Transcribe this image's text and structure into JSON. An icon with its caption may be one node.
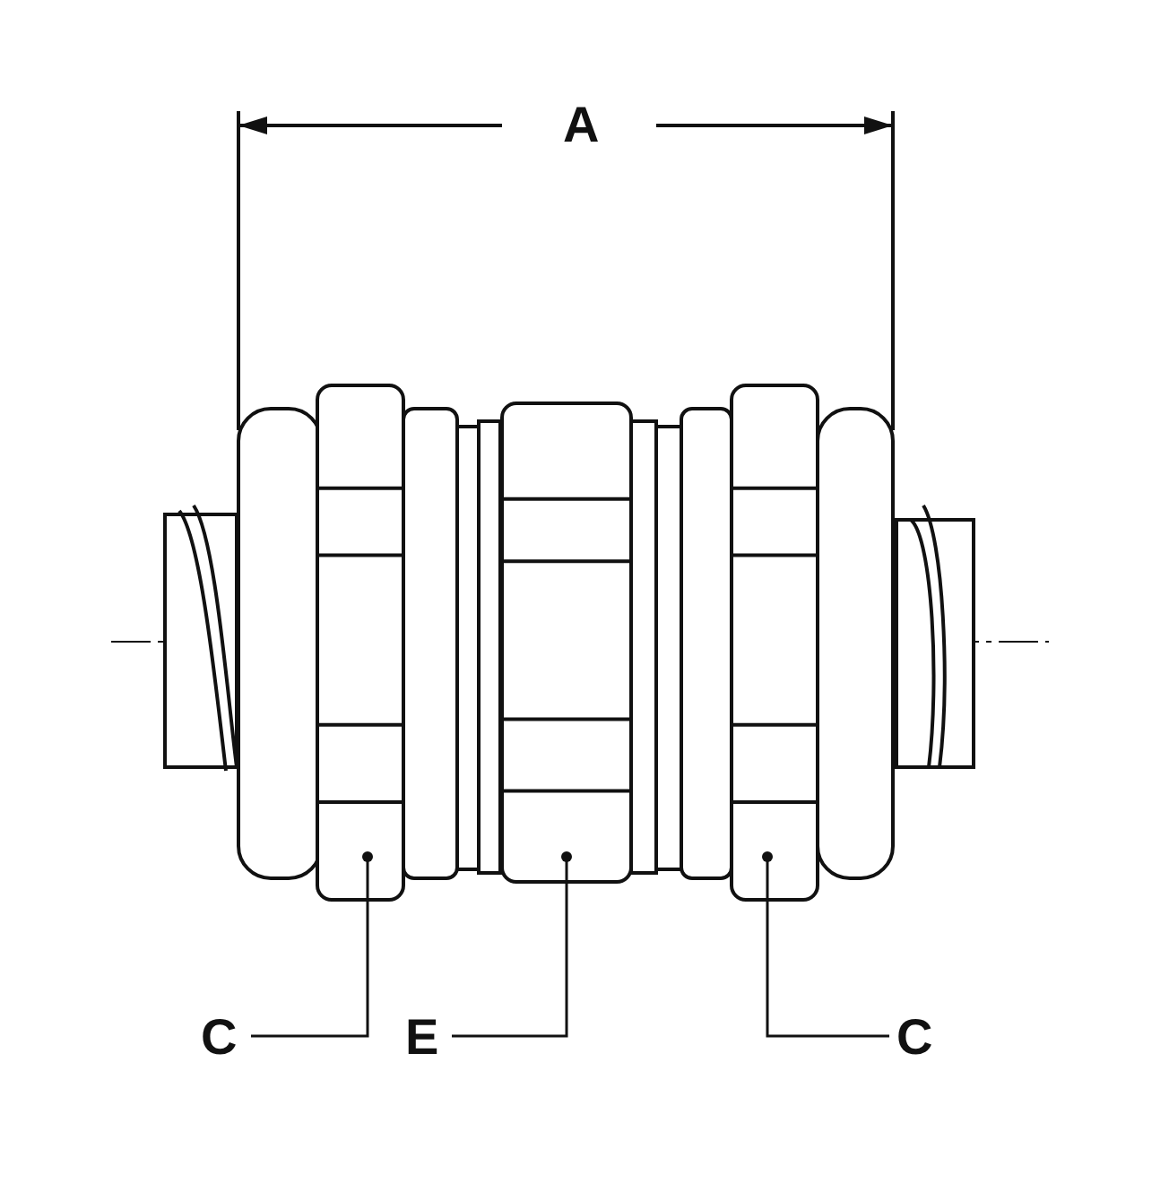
{
  "diagram": {
    "nodes": [
      {
        "text": [],
        "shape": "box"
      },
      {
        "text": [],
        "shape": "box"
      },
      {
        "text": [],
        "shape": "box"
      },
      {
        "text": [
          "C"
        ]
      },
      {
        "text": [
          "E"
        ]
      },
      {
        "text": [
          "C"
        ]
      }
    ],
    "edges": [
      {
        "from": 3,
        "to": 0,
        "arrow": "other"
      },
      {
        "from": 4,
        "to": 1,
        "arrow": "other"
      },
      {
        "from": 5,
        "to": 2,
        "arrow": "other"
      }
    ],
    "labels": [
      "A"
    ]
  }
}
